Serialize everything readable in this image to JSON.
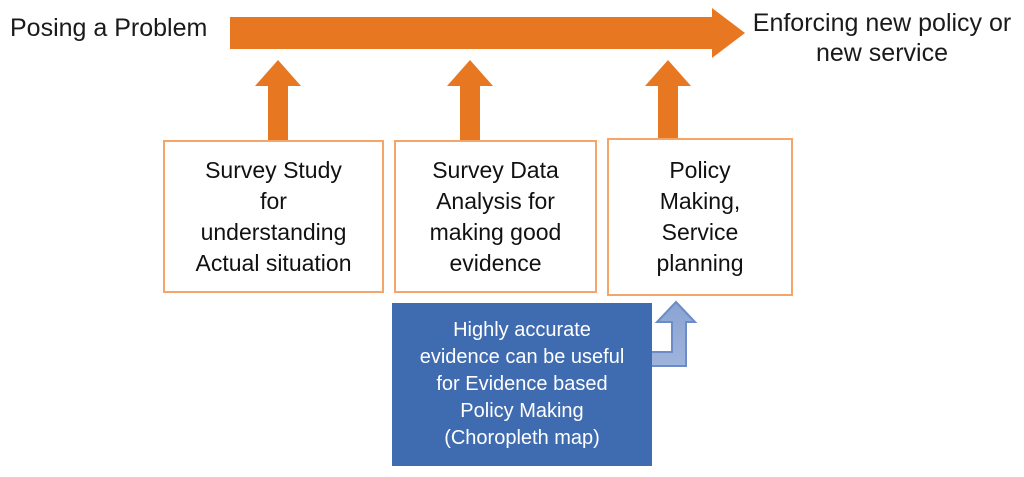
{
  "diagram": {
    "title": "Evidence Based Policy Making process flow",
    "colors": {
      "orange": "#E87722",
      "orange_border": "#F4A66A",
      "blue": "#3F6BB0",
      "blue_arrow_light": "#9FB4DC",
      "blue_arrow_dark": "#6C8CC7",
      "text_dark": "#1a1a1a",
      "text_light": "#ffffff",
      "background": "#ffffff"
    }
  },
  "header": {
    "start_label": "Posing a Problem",
    "end_label": "Enforcing new policy or new service",
    "main_arrow_icon": "right-arrow-icon"
  },
  "connectors": {
    "up_arrow_1_icon": "up-arrow-icon",
    "up_arrow_2_icon": "up-arrow-icon",
    "up_arrow_3_icon": "up-arrow-icon",
    "elbow_arrow_icon": "elbow-up-arrow-icon"
  },
  "stages": [
    {
      "id": "survey-study",
      "text": "Survey Study\nfor\nunderstanding\nActual situation"
    },
    {
      "id": "survey-data-analysis",
      "text": "Survey Data\nAnalysis for\nmaking good\nevidence"
    },
    {
      "id": "policy-making",
      "text": "Policy\nMaking,\nService\nplanning"
    }
  ],
  "callout": {
    "id": "evidence-callout",
    "text": "Highly accurate\nevidence can be useful\nfor Evidence based\nPolicy Making\n(Choropleth map)"
  }
}
